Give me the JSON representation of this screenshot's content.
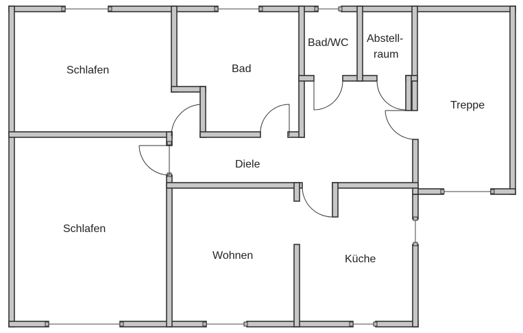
{
  "floorplan": {
    "rooms": [
      {
        "id": "schlafen-1",
        "label": "Schlafen"
      },
      {
        "id": "bad",
        "label": "Bad"
      },
      {
        "id": "bad-wc",
        "label": "Bad/WC"
      },
      {
        "id": "abstellraum",
        "label": "Abstell-",
        "label2": "raum"
      },
      {
        "id": "treppe",
        "label": "Treppe"
      },
      {
        "id": "diele",
        "label": "Diele"
      },
      {
        "id": "schlafen-2",
        "label": "Schlafen"
      },
      {
        "id": "wohnen",
        "label": "Wohnen"
      },
      {
        "id": "kueche",
        "label": "Küche"
      }
    ],
    "colors": {
      "wall_fill": "#c7c7c7",
      "wall_stroke": "#333333",
      "background": "#ffffff"
    }
  }
}
